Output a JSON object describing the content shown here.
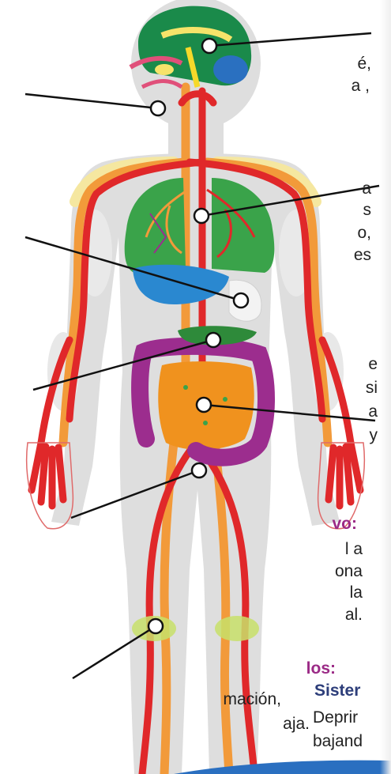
{
  "left_labels": [
    {
      "id": "nervioso",
      "lines": [
        "é,",
        "a ,"
      ]
    },
    {
      "id": "respiratorio",
      "lines": [
        "a",
        "s",
        "o,",
        "es"
      ]
    },
    {
      "id": "digestivo",
      "lines": [
        "e",
        "si",
        "a",
        "y"
      ]
    },
    {
      "id": "reproductivo",
      "heading": "vo:",
      "lines": [
        "l a",
        "ona",
        "la",
        "al."
      ]
    },
    {
      "id": "musculos",
      "heading": "los:",
      "lines": [
        "mación,",
        "aja."
      ]
    }
  ],
  "right_labels": [
    {
      "id": "sistema",
      "heading": "Sister",
      "lines": [
        "Deprir",
        "bajand"
      ]
    }
  ],
  "colors": {
    "artery": "#e0282a",
    "vein": "#f29a3a",
    "brain": "#1a8a4a",
    "lung": "#3aa34a",
    "intestine_large": "#9c2d8e",
    "intestine_small": "#f0921e",
    "liver": "#2a88d0",
    "body": "#dcdcdc",
    "heading_purple": "#9b2a86",
    "heading_navy": "#2d3e7a"
  }
}
